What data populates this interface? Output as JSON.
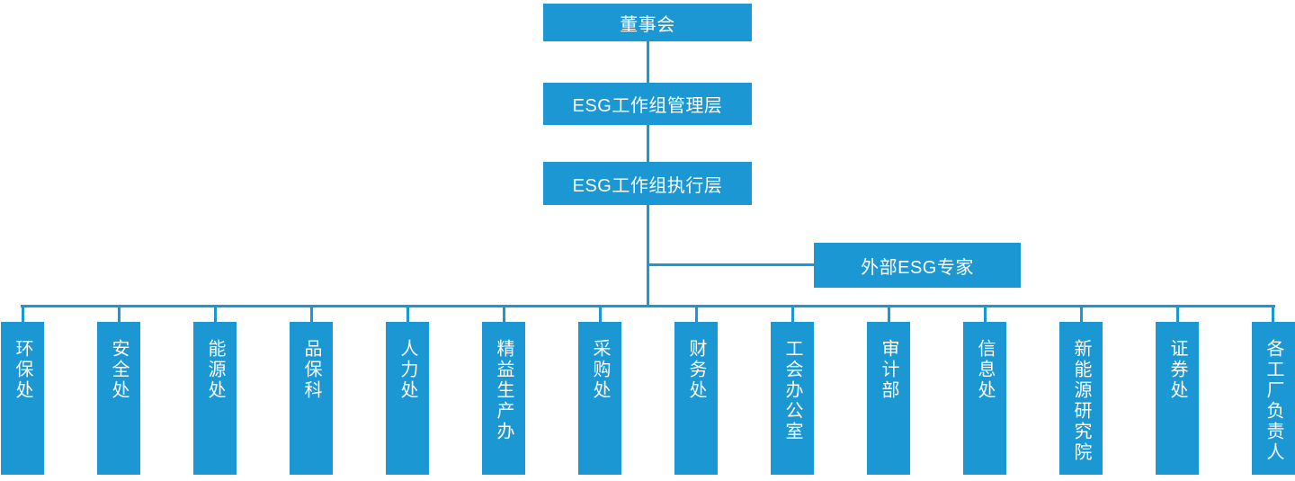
{
  "palette": {
    "primary_blue": "#1B97D3",
    "text_white": "#FFFFFF",
    "background": "#FFFFFF"
  },
  "org": {
    "level1": {
      "label": "董事会"
    },
    "level2": {
      "label": "ESG工作组管理层"
    },
    "level3": {
      "label": "ESG工作组执行层"
    },
    "advisor": {
      "label": "外部ESG专家"
    },
    "departments": [
      {
        "label": "环保处"
      },
      {
        "label": "安全处"
      },
      {
        "label": "能源处"
      },
      {
        "label": "品保科"
      },
      {
        "label": "人力处"
      },
      {
        "label": "精益生产办"
      },
      {
        "label": "采购处"
      },
      {
        "label": "财务处"
      },
      {
        "label": "工会办公室"
      },
      {
        "label": "审计部"
      },
      {
        "label": "信息处"
      },
      {
        "label": "新能源研究院"
      },
      {
        "label": "证券处"
      },
      {
        "label": "各工厂负责人"
      }
    ]
  }
}
